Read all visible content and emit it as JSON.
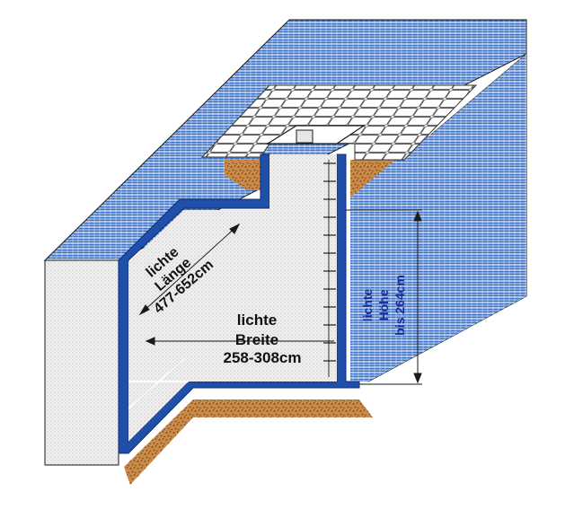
{
  "labels": {
    "length": {
      "line1": "lichte",
      "line2": "Länge",
      "value": "477-652cm"
    },
    "width": {
      "line1": "lichte",
      "line2": "Breite",
      "value": "258-308cm"
    },
    "height": {
      "line1": "lichte",
      "line2": "Höhe",
      "value": "bis 264cm"
    }
  },
  "colors": {
    "wall_blue": "#1f4fa8",
    "hatch_blue": "#3a6ec4",
    "soil_brown": "#b06a2a",
    "interior_gray": "#d9d9d9",
    "paving_white": "#ffffff",
    "outline": "#1a1a1a"
  }
}
